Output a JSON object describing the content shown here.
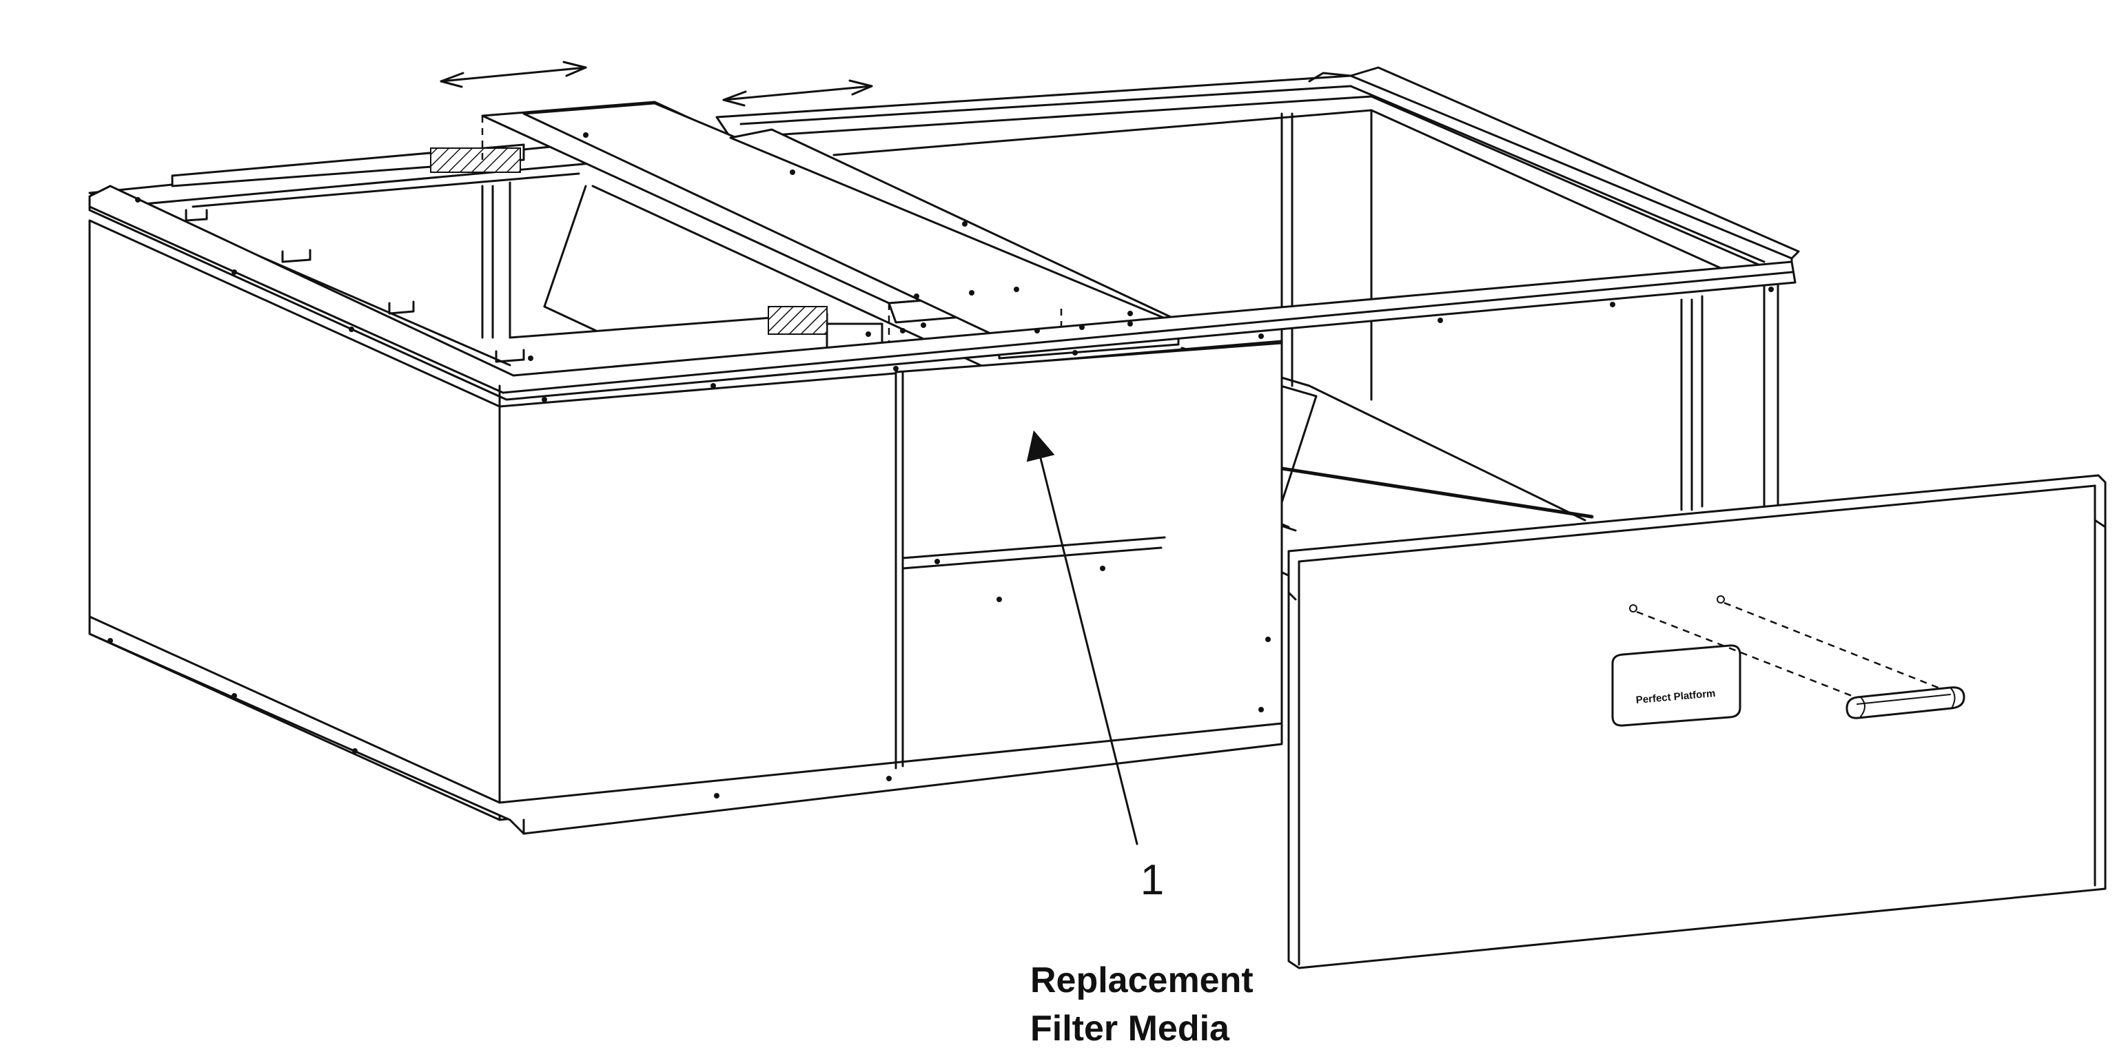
{
  "callout": {
    "number": "1"
  },
  "label": {
    "line1": "Replacement",
    "line2": "Filter Media"
  },
  "nameplate": {
    "text": "Perfect Platform"
  },
  "icons": [
    "double-arrow-icon",
    "double-arrow-icon"
  ]
}
